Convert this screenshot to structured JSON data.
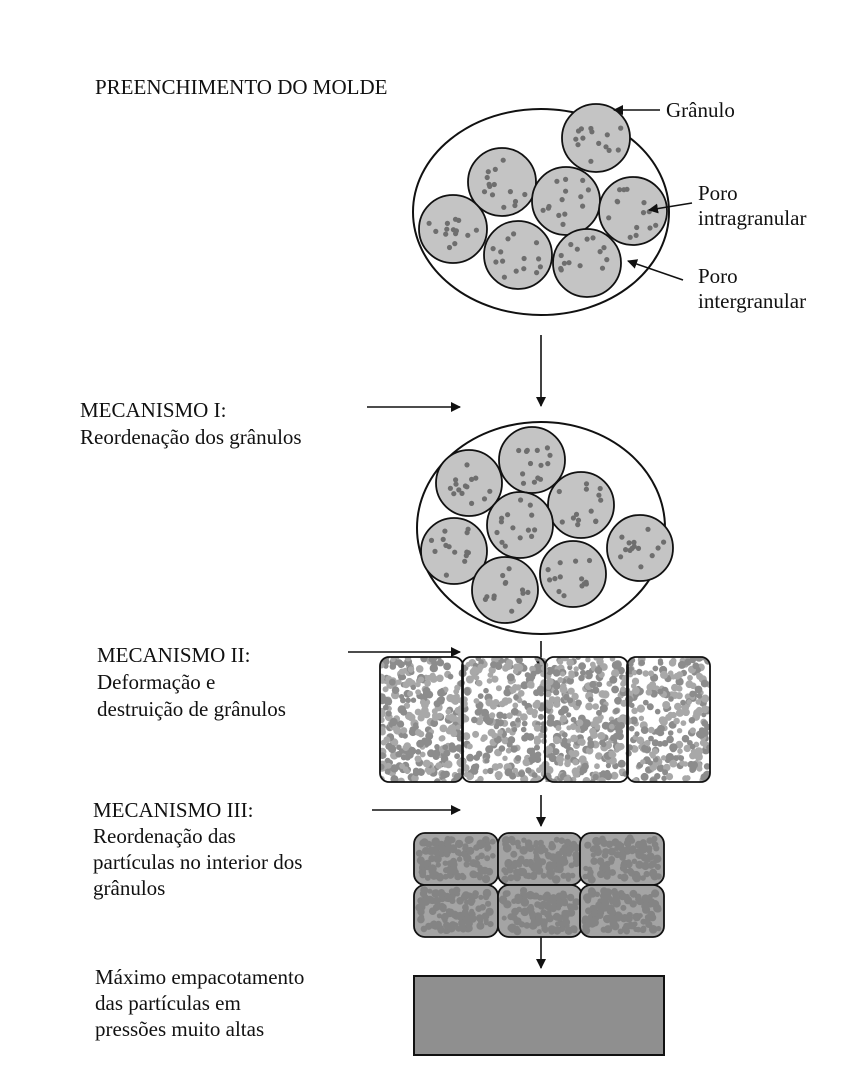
{
  "stages": {
    "filling": {
      "title": "PREENCHIMENTO DO MOLDE"
    },
    "mech1": {
      "title": "MECANISMO I:",
      "desc": "Reordenação dos grânulos"
    },
    "mech2": {
      "title": "MECANISMO II:",
      "desc_l1": "Deformação e",
      "desc_l2": "destruição de grânulos"
    },
    "mech3": {
      "title": "MECANISMO III:",
      "desc_l1": "Reordenação das",
      "desc_l2": "partículas no interior dos",
      "desc_l3": "grânulos"
    },
    "final": {
      "desc_l1": "Máximo empacotamento",
      "desc_l2": "das partículas em",
      "desc_l3": "pressões muito altas"
    }
  },
  "callouts": {
    "granule": "Grânulo",
    "intra_l1": "Poro",
    "intra_l2": "intragranular",
    "inter_l1": "Poro",
    "inter_l2": "intergranular"
  },
  "colors": {
    "granule_fill": "#c4c4c4",
    "granule_dot": "#6e6e6e",
    "compact_fill": "#8f8f8f",
    "stroke": "#111111"
  }
}
